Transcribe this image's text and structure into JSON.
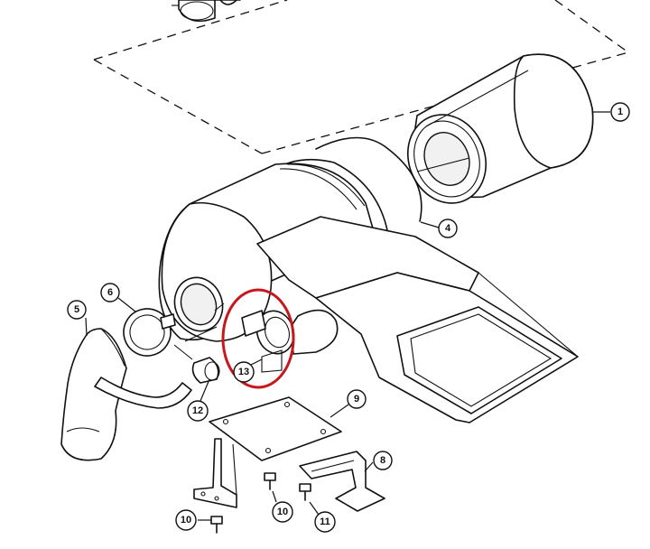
{
  "callouts": [
    {
      "id": "c1",
      "label": "1",
      "part": "filter-element"
    },
    {
      "id": "c4",
      "label": "4",
      "part": "air-cleaner-housing"
    },
    {
      "id": "c5",
      "label": "5",
      "part": "inlet-hose"
    },
    {
      "id": "c6",
      "label": "6",
      "part": "hose-clamp"
    },
    {
      "id": "c12",
      "label": "12",
      "part": "fitting"
    },
    {
      "id": "c13",
      "label": "13",
      "part": "dust-valve"
    },
    {
      "id": "c9",
      "label": "9",
      "part": "mounting-bracket"
    },
    {
      "id": "c8",
      "label": "8",
      "part": "support-bracket"
    },
    {
      "id": "c10a",
      "label": "10",
      "part": "screw"
    },
    {
      "id": "c10b",
      "label": "10",
      "part": "screw"
    },
    {
      "id": "c11",
      "label": "11",
      "part": "screw"
    }
  ],
  "colors": {
    "line": "#111111",
    "highlight": "#c8161d",
    "background": "#ffffff"
  }
}
